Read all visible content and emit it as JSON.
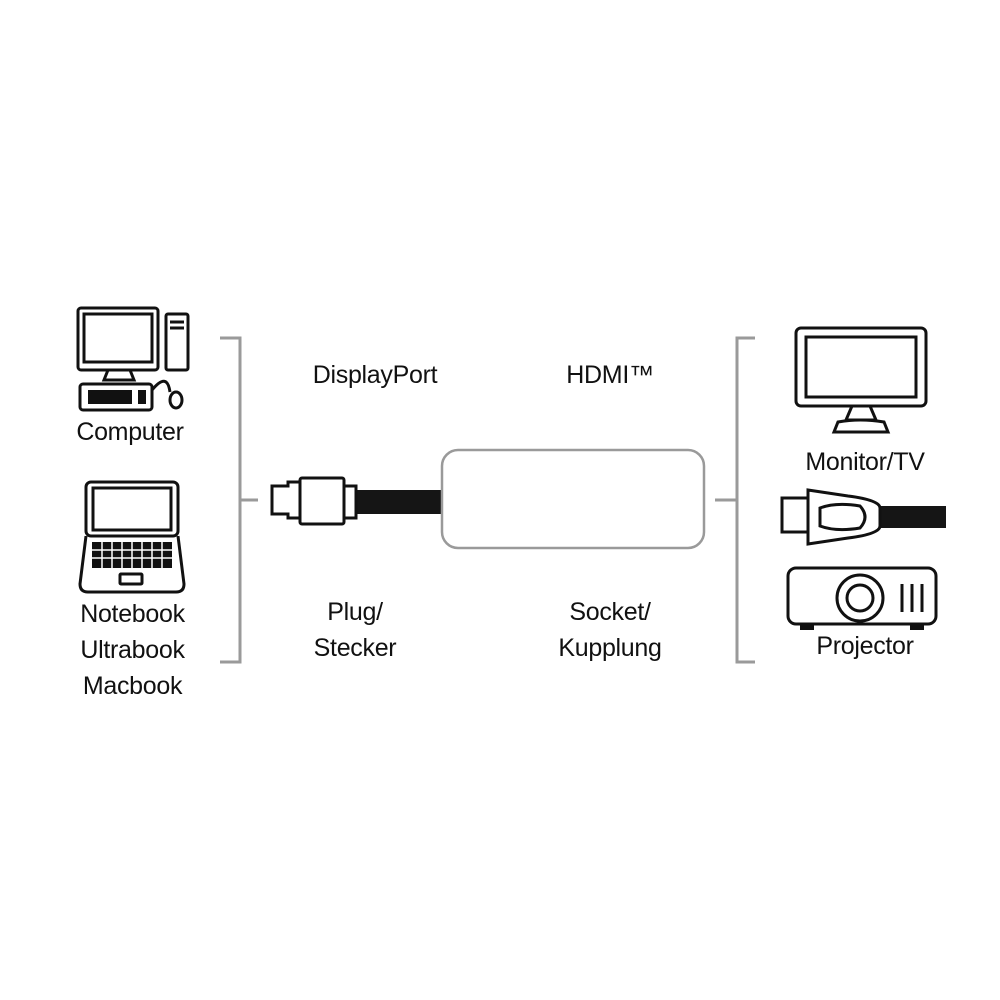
{
  "colors": {
    "ink": "#111111",
    "background": "#ffffff",
    "outline": "#9a9a9a",
    "cable": "#151515"
  },
  "source_devices": {
    "computer": {
      "label": "Computer",
      "icon": "desktop-computer-icon"
    },
    "notebook": {
      "lines": [
        "Notebook",
        "Ultrabook",
        "Macbook"
      ],
      "icon": "laptop-icon"
    }
  },
  "cable": {
    "plug_type": "DisplayPort",
    "socket_type": "HDMI™",
    "plug_caption": [
      "Plug/",
      "Stecker"
    ],
    "socket_caption": [
      "Socket/",
      "Kupplung"
    ]
  },
  "target_devices": {
    "monitor": {
      "label": "Monitor/TV",
      "icon": "monitor-icon"
    },
    "hdmi_cable": {
      "icon": "hdmi-plug-icon"
    },
    "projector": {
      "label": "Projector",
      "icon": "projector-icon"
    }
  }
}
